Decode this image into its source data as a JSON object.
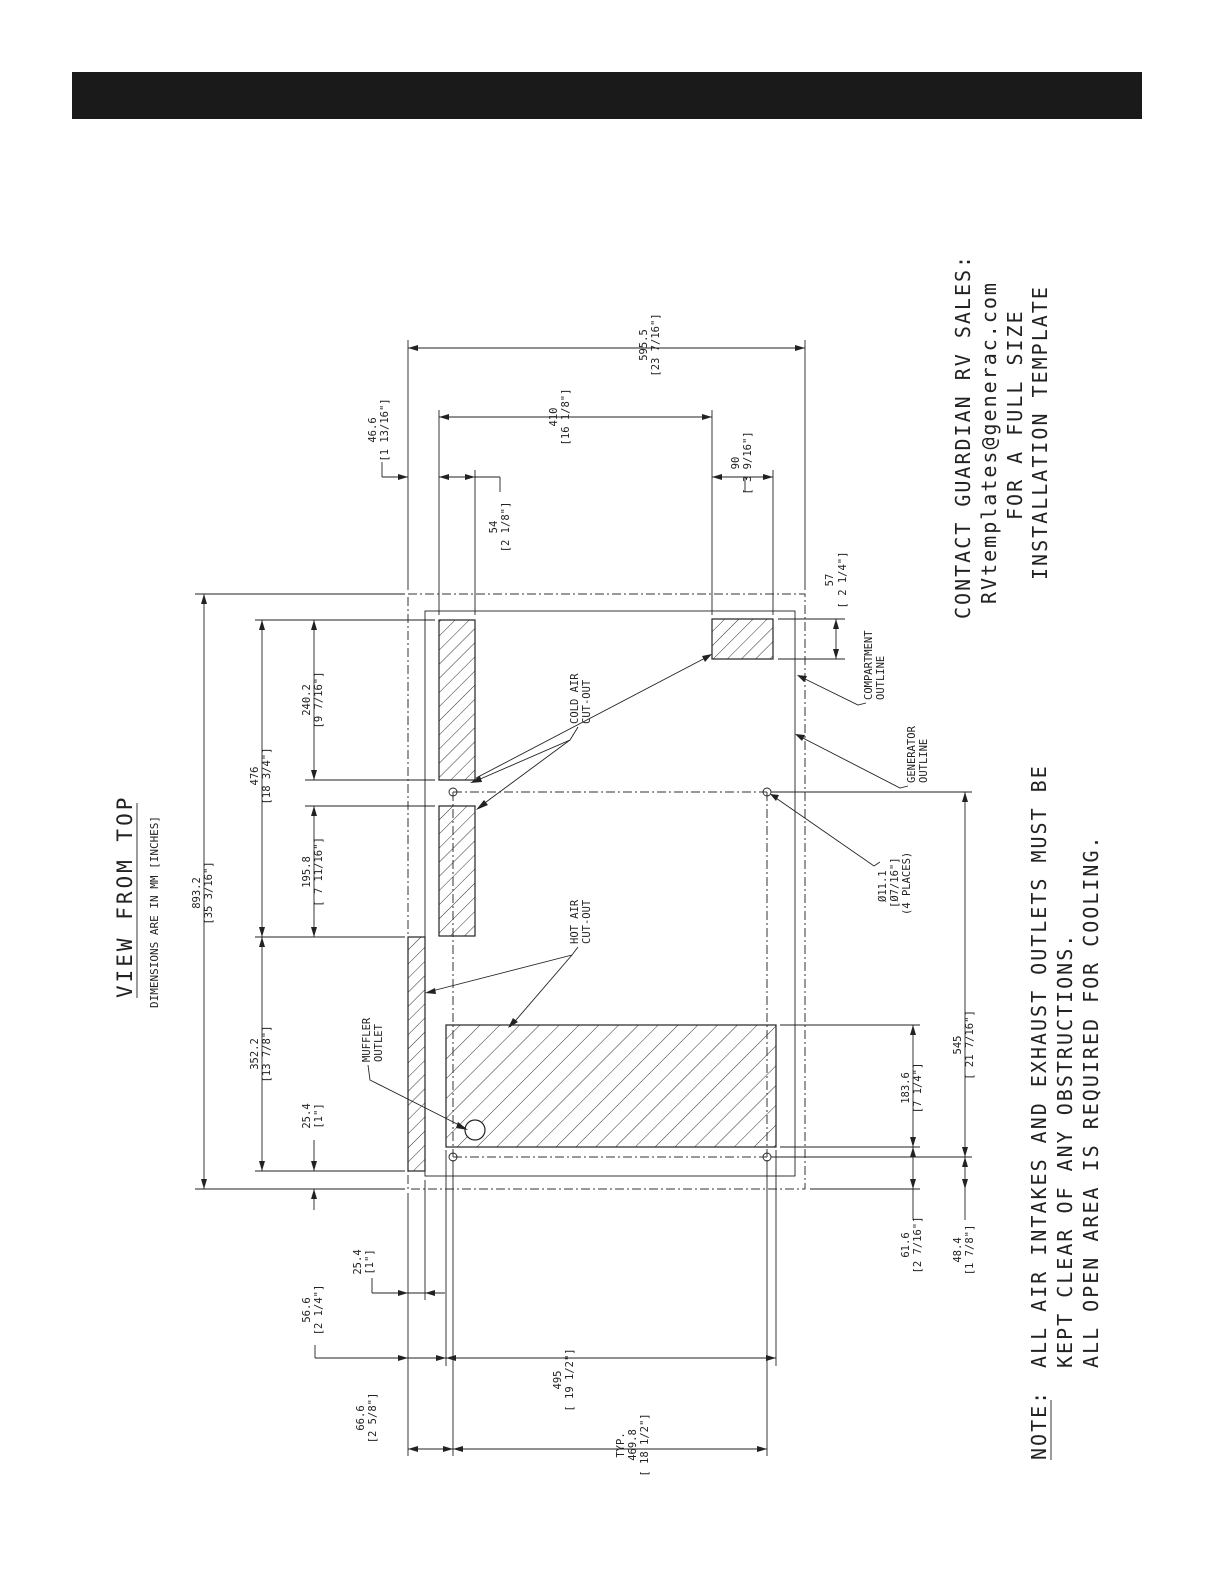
{
  "title": "VIEW FROM TOP",
  "subtitle": "DIMENSIONS ARE IN MM [INCHES]",
  "contact": {
    "line1": "CONTACT GUARDIAN RV SALES:",
    "line2": "RVtemplates@generac.com",
    "line3": "FOR A FULL SIZE",
    "line4": "INSTALLATION TEMPLATE"
  },
  "note": {
    "label": "NOTE:",
    "line1": "ALL AIR INTAKES AND EXHAUST OUTLETS MUST BE",
    "line2": "KEPT CLEAR OF ANY OBSTRUCTIONS.",
    "line3": "ALL OPEN AREA IS REQUIRED FOR COOLING."
  },
  "labels": {
    "cold_air": [
      "COLD AIR",
      "CUT-OUT"
    ],
    "hot_air": [
      "HOT AIR",
      "CUT-OUT"
    ],
    "muffler": [
      "MUFFLER",
      "OUTLET"
    ],
    "compartment": [
      "COMPARTMENT",
      "OUTLINE"
    ],
    "generator": [
      "GENERATOR",
      "OUTLINE"
    ],
    "hole": [
      "Ø11.1",
      "[Ø7/16\"]",
      "(4 PLACES)"
    ]
  },
  "dimensions": {
    "d595": [
      "595.5",
      "[23 7/16\"]"
    ],
    "d410": [
      "410",
      "[16 1/8\"]"
    ],
    "d46": [
      "46.6",
      "[1 13/16\"]"
    ],
    "d54": [
      "54",
      "[2 1/8\"]"
    ],
    "d90": [
      "90",
      "[ 3 9/16\"]"
    ],
    "d57": [
      "57",
      "[ 2 1/4\"]"
    ],
    "d893": [
      "893.2",
      "[35 3/16\"]"
    ],
    "d476": [
      "476",
      "[18 3/4\"]"
    ],
    "d240": [
      "240.2",
      "[9 7/16\"]"
    ],
    "d195": [
      "195.8",
      "[ 7 11/16\"]"
    ],
    "d352": [
      "352.2",
      "[13 7/8\"]"
    ],
    "d25a": [
      "25.4",
      "[1\"]"
    ],
    "d25b": [
      "25.4",
      "[1\"]"
    ],
    "d56": [
      "56.6",
      "[2 1/4\"]"
    ],
    "d66": [
      "66.6",
      "[2 5/8\"]"
    ],
    "d495": [
      "495",
      "[ 19 1/2\"]"
    ],
    "d469": [
      "TYP.",
      "469.8",
      "[ 18 1/2\"]"
    ],
    "d545": [
      "545",
      "[ 21 7/16\"]"
    ],
    "d183": [
      "183.6",
      "[7 1/4\"]"
    ],
    "d61": [
      "61.6",
      "[2 7/16\"]"
    ],
    "d48": [
      "48.4",
      "[1 7/8\"]"
    ]
  }
}
